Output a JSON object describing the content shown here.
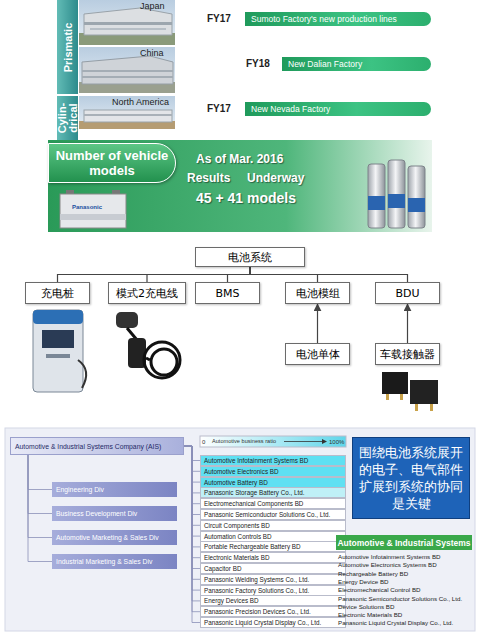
{
  "diagram": {
    "nodes": [
      {
        "text": [
          "Prismatic"
        ]
      },
      {
        "text": [
          "Sumoto Factory's new production lines"
        ]
      },
      {
        "text": [
          "New Dalian Factory"
        ]
      },
      {
        "text": [
          "Cylin- drical"
        ]
      },
      {
        "text": [
          "New Nevada Factory"
        ]
      },
      {
        "text": [
          "Number of vehicle models"
        ]
      },
      {
        "text": [
          "电池系统"
        ]
      },
      {
        "text": [
          "充电桩"
        ]
      },
      {
        "text": [
          "模式2充电线"
        ]
      },
      {
        "text": [
          "BMS"
        ]
      },
      {
        "text": [
          "电池模组"
        ]
      },
      {
        "text": [
          "BDU"
        ]
      },
      {
        "text": [
          "电池单体"
        ]
      },
      {
        "text": [
          "车载接触器"
        ]
      },
      {
        "text": [
          "Automotive & Industrial Systems Company (AIS)"
        ]
      },
      {
        "text": [
          "Engineering Div"
        ]
      },
      {
        "text": [
          "Business Development Div"
        ]
      },
      {
        "text": [
          "Automotive Marketing & Sales Div"
        ]
      },
      {
        "text": [
          "Industrial Marketing & Sales Div"
        ]
      },
      {
        "text": [
          "Automotive Infotainment Systems BD"
        ]
      },
      {
        "text": [
          "Automotive Electronics BD"
        ]
      },
      {
        "text": [
          "Automotive Battery BD"
        ]
      },
      {
        "text": [
          "Panasonic Storage Battery Co., Ltd."
        ]
      },
      {
        "text": [
          "Electromechanical Components BD"
        ]
      },
      {
        "text": [
          "Panasonic Semiconductor Solutions Co., Ltd."
        ]
      },
      {
        "text": [
          "Circuit Components BD"
        ]
      },
      {
        "text": [
          "Automation Controls BD"
        ]
      },
      {
        "text": [
          "Portable Rechargeable Battery BD"
        ]
      },
      {
        "text": [
          "Electronic Materials BD"
        ]
      },
      {
        "text": [
          "Capacitor BD"
        ]
      },
      {
        "text": [
          "Panasonic Welding Systems Co., Ltd."
        ]
      },
      {
        "text": [
          "Panasonic Factory Solutions Co., Ltd."
        ]
      },
      {
        "text": [
          "Energy Devices BD"
        ]
      },
      {
        "text": [
          "Panasonic Precision Devices Co., Ltd."
        ]
      },
      {
        "text": [
          "Panasonic Liquid Crystal Display Co., Ltd."
        ]
      },
      {
        "text": [
          "围绕电池系统展开的电子、电气部件扩展到系统的协同是关键"
        ]
      },
      {
        "text": [
          "Automotive & Industrial Systems"
        ]
      }
    ],
    "edges": [
      {
        "from": 6,
        "to": 7,
        "arrow": "none"
      },
      {
        "from": 6,
        "to": 8,
        "arrow": "none"
      },
      {
        "from": 6,
        "to": 9,
        "arrow": "none"
      },
      {
        "from": 6,
        "to": 10,
        "arrow": "none"
      },
      {
        "from": 6,
        "to": 11,
        "arrow": "none"
      },
      {
        "from": 12,
        "to": 10,
        "arrow": "to"
      },
      {
        "from": 13,
        "to": 11,
        "arrow": "to"
      },
      {
        "from": 14,
        "to": 15,
        "arrow": "none"
      },
      {
        "from": 14,
        "to": 16,
        "arrow": "none"
      },
      {
        "from": 14,
        "to": 17,
        "arrow": "none"
      },
      {
        "from": 14,
        "to": 18,
        "arrow": "none"
      },
      {
        "from": 14,
        "to": 19,
        "arrow": "none"
      },
      {
        "from": 14,
        "to": 20,
        "arrow": "none"
      },
      {
        "from": 14,
        "to": 21,
        "arrow": "none"
      },
      {
        "from": 14,
        "to": 22,
        "arrow": "none"
      },
      {
        "from": 14,
        "to": 23,
        "arrow": "none"
      },
      {
        "from": 14,
        "to": 24,
        "arrow": "none"
      },
      {
        "from": 14,
        "to": 25,
        "arrow": "none"
      },
      {
        "from": 14,
        "to": 26,
        "arrow": "none"
      },
      {
        "from": 14,
        "to": 27,
        "arrow": "none"
      },
      {
        "from": 14,
        "to": 28,
        "arrow": "none"
      },
      {
        "from": 14,
        "to": 29,
        "arrow": "none"
      },
      {
        "from": 14,
        "to": 30,
        "arrow": "none"
      },
      {
        "from": 14,
        "to": 31,
        "arrow": "none"
      },
      {
        "from": 14,
        "to": 32,
        "arrow": "none"
      },
      {
        "from": 14,
        "to": 33,
        "arrow": "none"
      },
      {
        "from": 14,
        "to": 34,
        "arrow": "none"
      }
    ],
    "labels": [
      "Japan",
      "China",
      "North America",
      "FY17",
      "FY18",
      "FY17",
      "As of Mar. 2016",
      "Results",
      "Underway",
      "45 + 41 models",
      "0",
      "Automotive business ratio",
      "100%",
      "Automotive Infotainment Systems BD",
      "Automotive Electronics Systems BD",
      "Rechargeable Battery BD",
      "Energy Device BD",
      "Electromechanical Control BD",
      "Panasonic Semiconductor Solutions Co., Ltd.",
      "Device Solutions BD",
      "Electronic Materials BD",
      "Panasonic Liquid Crystal Display Co., Ltd.",
      "Panasonic"
    ]
  }
}
